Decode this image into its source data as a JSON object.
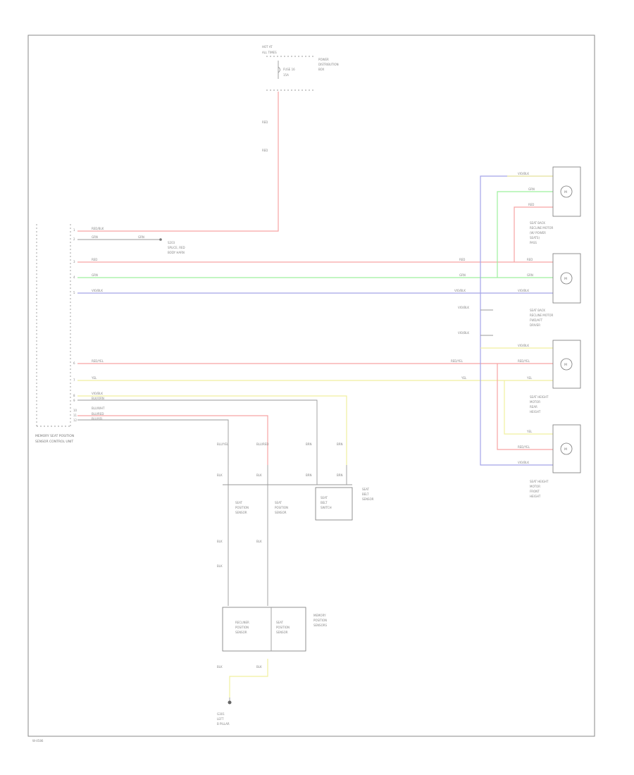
{
  "diagram": {
    "page_id": "W-4586",
    "power_source": {
      "top_text": [
        "HOT AT",
        "ALL TIMES"
      ],
      "fuse_text": [
        "FUSE 16",
        "15A"
      ],
      "junction_text": [
        "POWER",
        "DISTRIBUTION",
        "BOX"
      ]
    },
    "wire_labels": {
      "w_red_top1": "RED",
      "w_red_top2": "RED",
      "w_red_blk": "RED/BLK",
      "w_grn_top": "GRN",
      "w_red_main": "RED",
      "w_grn_main": "GRN",
      "w_vio_main": "VIO/BLK",
      "w_red_yel_main": "RED/YEL",
      "w_yel_main": "YEL",
      "w_vio_b1": "VIO/BLK",
      "w_vio_b2": "VIO/BLK",
      "w_blk_orn": "BLK/ORN",
      "w_blu_wht": "BLU/WHT",
      "w_blu_red": "BLU/RED",
      "w_blu_yel": "BLU/YEL",
      "w_grn_r": "GRN",
      "w_red_r": "RED",
      "w_red_r2": "RED",
      "w_grn_r2": "GRN",
      "w_vio_r": "VIO/BLK",
      "w_vio_r3": "VIO/BLK",
      "w_vio_r4": "VIO/BLK",
      "w_redyel_r": "RED/YEL",
      "w_redyel_r2": "RED/YEL",
      "w_yel_r": "YEL",
      "w_yel_r2": "YEL",
      "w_yel_r3": "YEL",
      "w_redyel_r4": "RED/YEL",
      "w_vio_r5": "VIO/BLK",
      "w_brn1": "BRN",
      "w_brn2": "BRN",
      "w_brn3": "BRN",
      "w_brn4": "BRN",
      "w_blu_lo1": "BLU/YEL",
      "w_blu_lo2": "BLU/RED",
      "w_blk1": "BLK",
      "w_blk2": "BLK",
      "w_blk3": "BLK",
      "w_blk4": "BLK",
      "w_blk5": "BLK"
    },
    "splice_text": [
      "S203",
      "SPLICE, RED",
      "BODY HARN"
    ],
    "module": {
      "label": [
        "MEMORY SEAT POSITION",
        "SENSOR CONTROL UNIT"
      ],
      "pins": [
        "1",
        "2",
        "3",
        "4",
        "5",
        "6",
        "7",
        "8",
        "9",
        "10",
        "11",
        "12"
      ]
    },
    "motors": [
      {
        "symbol": "M",
        "label": [
          "SEAT BACK",
          "RECLINE MOTOR",
          "(W/ POWER",
          "SEATS)",
          "PASS"
        ]
      },
      {
        "symbol": "M",
        "label": [
          "SEAT BACK",
          "RECLINE MOTOR",
          "FWD/AFT",
          "DRIVER"
        ]
      },
      {
        "symbol": "M",
        "label": [
          "SEAT HEIGHT",
          "MOTOR",
          "REAR",
          "HEIGHT"
        ]
      },
      {
        "symbol": "M",
        "label": [
          "SEAT HEIGHT",
          "MOTOR",
          "FRONT",
          "HEIGHT"
        ]
      }
    ],
    "switches": {
      "s1": [
        "SEAT",
        "POSITION",
        "SENSOR"
      ],
      "s2": [
        "SEAT",
        "POSITION",
        "SENSOR"
      ],
      "s3": [
        "SEAT",
        "BELT",
        "SWITCH"
      ],
      "s4": [
        "SEAT",
        "BELT",
        "SENSOR"
      ]
    },
    "lower_module": {
      "left": [
        "RECLINER",
        "POSITION",
        "SENSOR"
      ],
      "right": [
        "SEAT",
        "POSITION",
        "SENSOR"
      ],
      "label": [
        "MEMORY",
        "POSITION",
        "SENSORS"
      ]
    },
    "ground": [
      "G301",
      "LEFT",
      "B PILLAR"
    ],
    "colors": {
      "red": "#f7a3a3",
      "green": "#9ef09e",
      "violet": "#a4a4e8",
      "yellow": "#f1ef9f",
      "wire_gray": "#9a9a9a",
      "frame": "#8a8a8a"
    }
  }
}
